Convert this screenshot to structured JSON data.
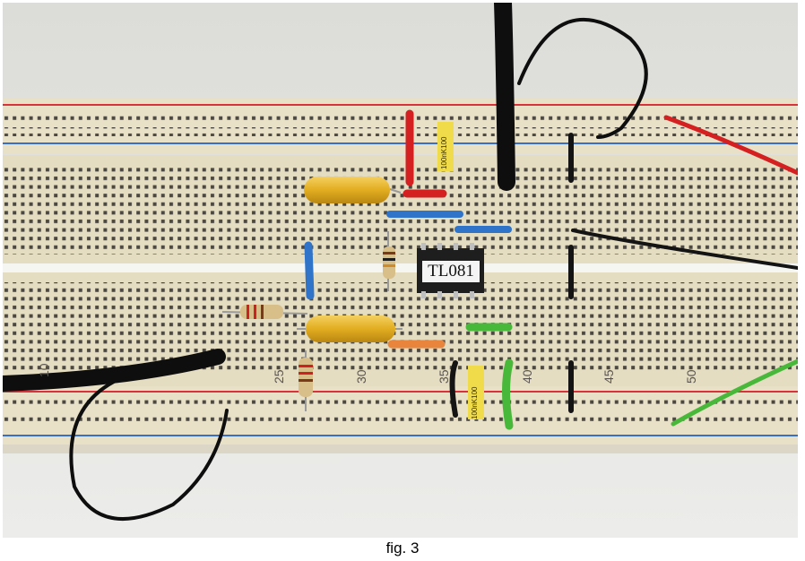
{
  "caption": "fig. 3",
  "chip": {
    "label": "TL081"
  },
  "capacitor_marking": "100nK100",
  "row_numbers": [
    "10",
    "25",
    "30",
    "35",
    "40",
    "45",
    "50"
  ],
  "colors": {
    "board": "#e7dfc5",
    "hole": "#4b4741",
    "rail_red": "#d8333a",
    "rail_blue": "#3a6fc8",
    "wire_red": "#d42020",
    "wire_blue": "#2f74c9",
    "wire_green": "#48b83a",
    "wire_orange": "#e8843c",
    "wire_black": "#141414",
    "cap_yellow": "#e5b427"
  }
}
